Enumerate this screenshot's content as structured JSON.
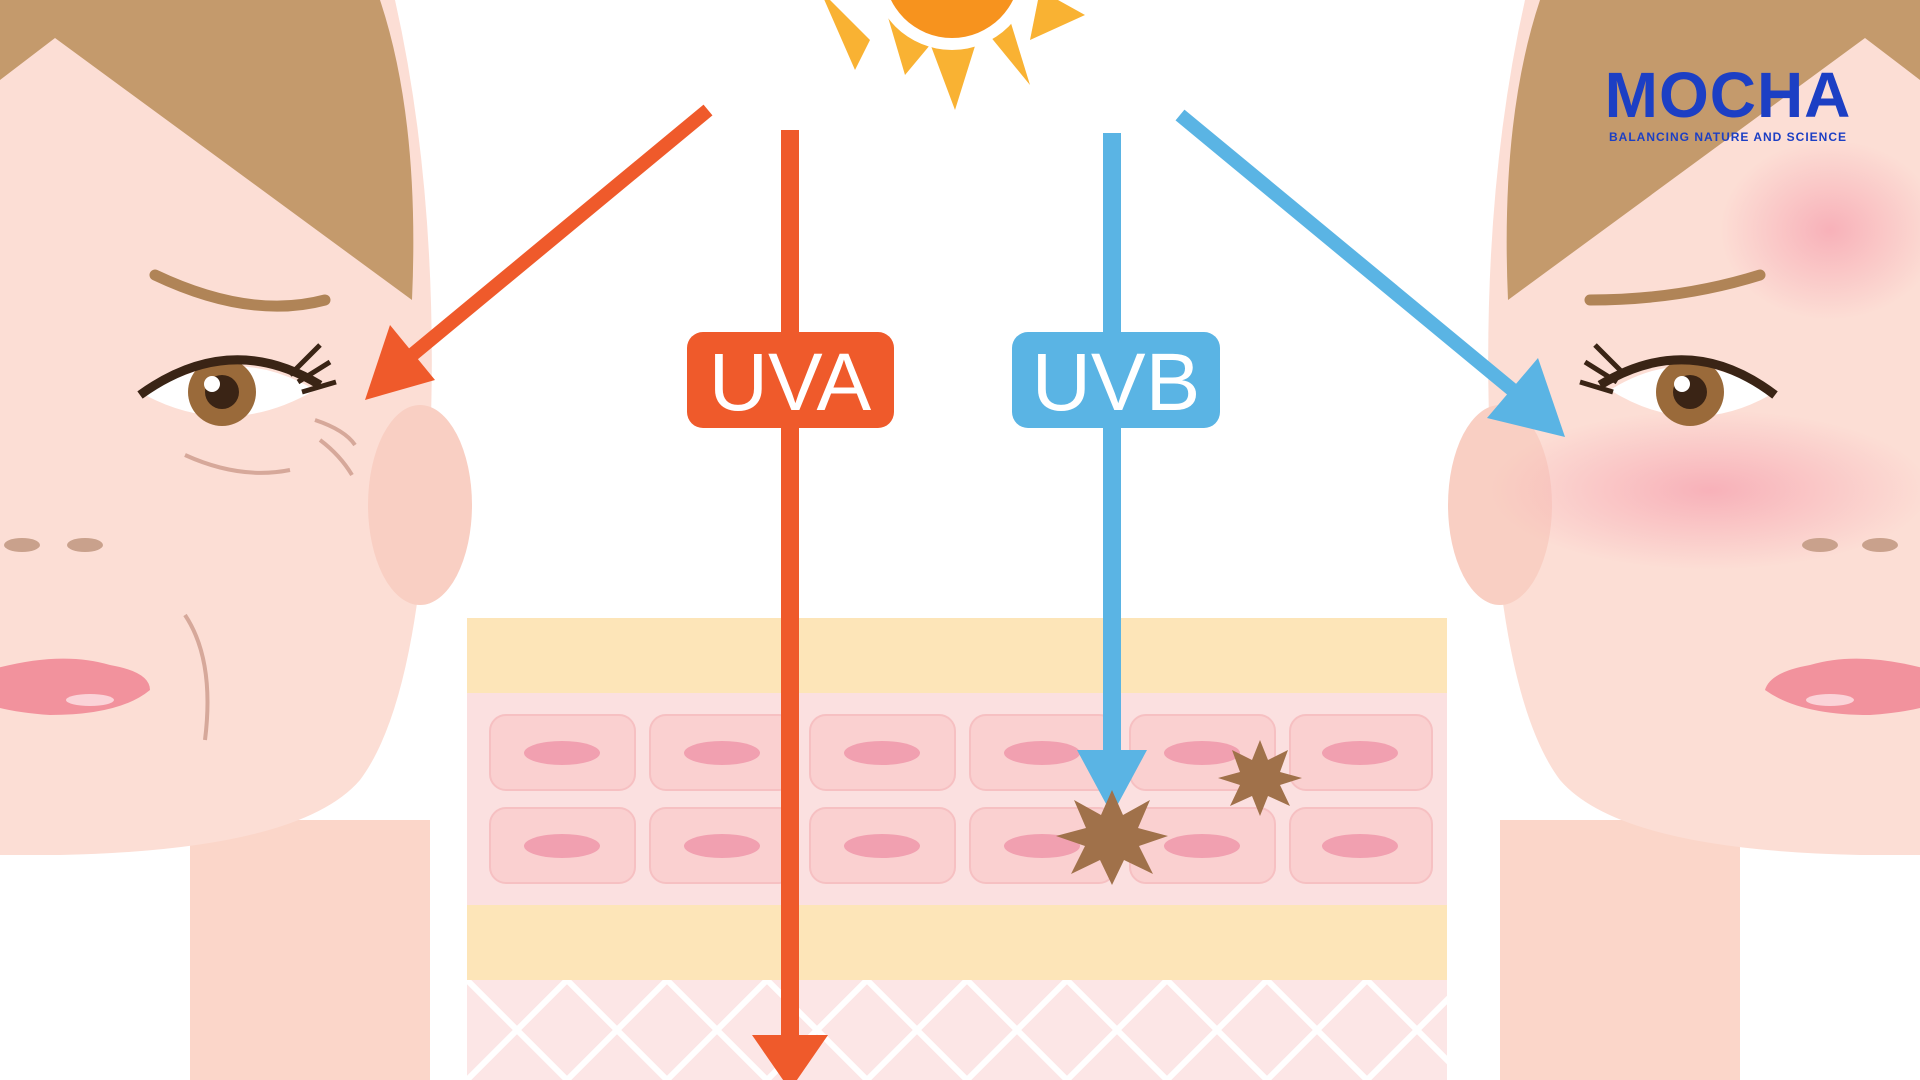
{
  "labels": {
    "uva": "UVA",
    "uvb": "UVB"
  },
  "brand": {
    "name": "MOCHA",
    "tagline": "BALANCING NATURE AND SCIENCE"
  },
  "colors": {
    "uva": "#ef5a2b",
    "uvb": "#5ab4e4",
    "skin": "#fbdcd2",
    "hair": "#c49a6c",
    "sun": "#f9b233",
    "brand": "#1c3fc4",
    "layer_top": "#fde5b8",
    "layer_cells": "#fad3d3",
    "damage": "#a0714a"
  },
  "icons": [
    "sun-icon",
    "damage-star-icon"
  ]
}
